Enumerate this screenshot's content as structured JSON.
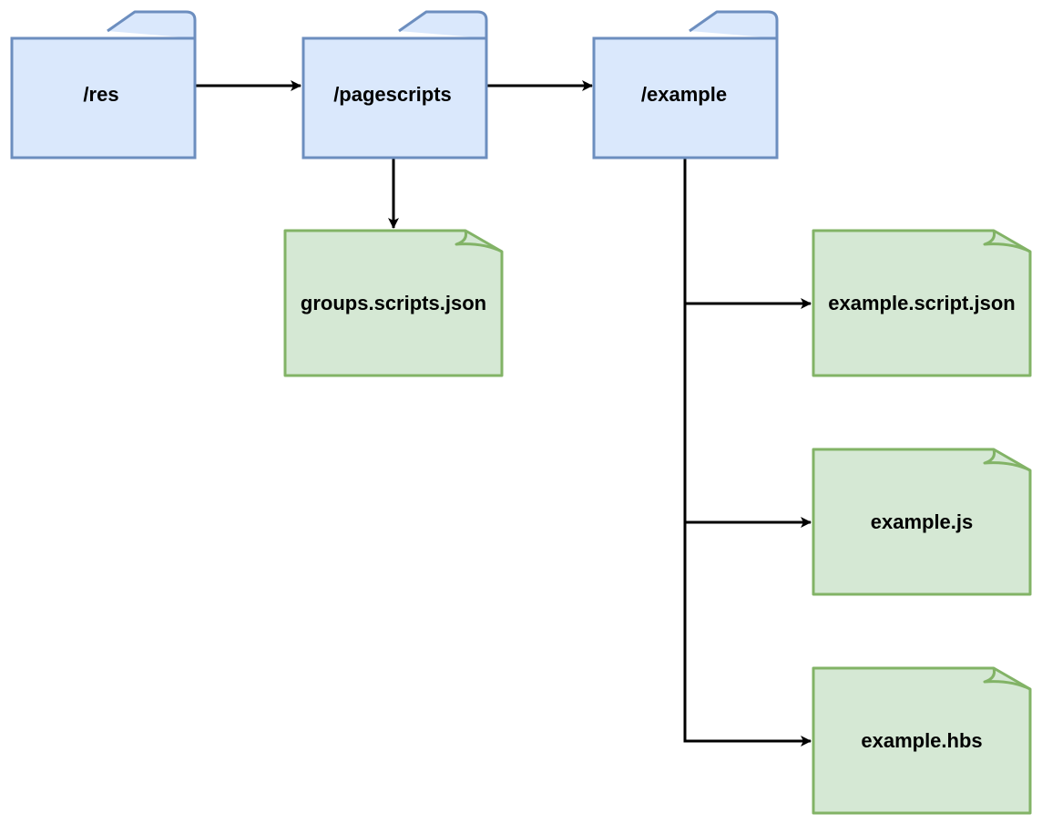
{
  "diagram": {
    "colors": {
      "folder_fill": "#dae8fc",
      "folder_stroke": "#6c8ebf",
      "file_fill": "#d5e8d4",
      "file_stroke": "#82b366",
      "edge": "#000000"
    },
    "folders": [
      {
        "id": "res",
        "label": "/res",
        "icon": "folder-icon"
      },
      {
        "id": "pagescripts",
        "label": "/pagescripts",
        "icon": "folder-icon"
      },
      {
        "id": "example",
        "label": "/example",
        "icon": "folder-icon"
      }
    ],
    "files": [
      {
        "id": "groups-scripts-json",
        "label": "groups.scripts.json",
        "icon": "file-icon"
      },
      {
        "id": "example-script-json",
        "label": "example.script.json",
        "icon": "file-icon"
      },
      {
        "id": "example-js",
        "label": "example.js",
        "icon": "file-icon"
      },
      {
        "id": "example-hbs",
        "label": "example.hbs",
        "icon": "file-icon"
      }
    ],
    "edges": [
      {
        "from": "res",
        "to": "pagescripts"
      },
      {
        "from": "pagescripts",
        "to": "example"
      },
      {
        "from": "pagescripts",
        "to": "groups-scripts-json"
      },
      {
        "from": "example",
        "to": "example-script-json"
      },
      {
        "from": "example",
        "to": "example-js"
      },
      {
        "from": "example",
        "to": "example-hbs"
      }
    ]
  }
}
